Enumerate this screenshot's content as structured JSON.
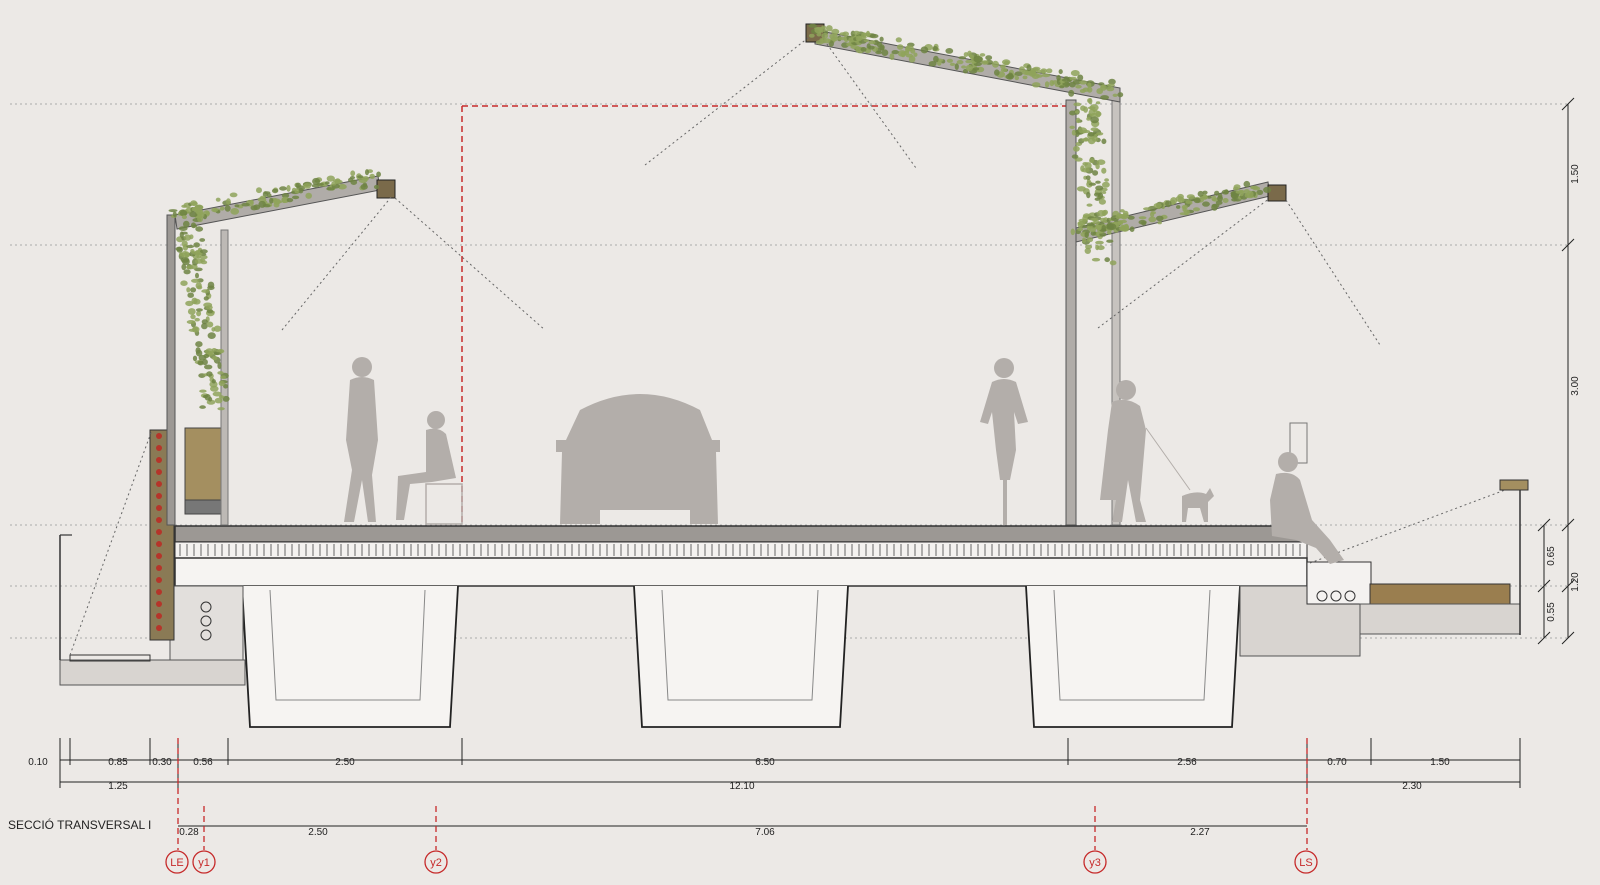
{
  "section_title": "SECCIÓ TRANSVERSAL I",
  "bottom_dims_row1": [
    "0.10",
    "0.85",
    "0.30",
    "0.56",
    "2.50",
    "6.50",
    "2.56",
    "0.70",
    "1.50"
  ],
  "bottom_dims_row2": [
    "1.25",
    "12.10",
    "2.30"
  ],
  "axis_dims": [
    "0.28",
    "2.50",
    "7.06",
    "2.27"
  ],
  "right_dims": [
    "1.50",
    "3.00",
    "0.65",
    "1.20",
    "0.55"
  ],
  "axis_markers": [
    "LE",
    "y1",
    "y2",
    "y3",
    "LS"
  ],
  "colors": {
    "axis_red": "#c62a2a",
    "silhouette": "#b3aeaa",
    "vegetation": "#8fa35a",
    "structure": "#7b7774",
    "planter": "#8a7a55"
  }
}
